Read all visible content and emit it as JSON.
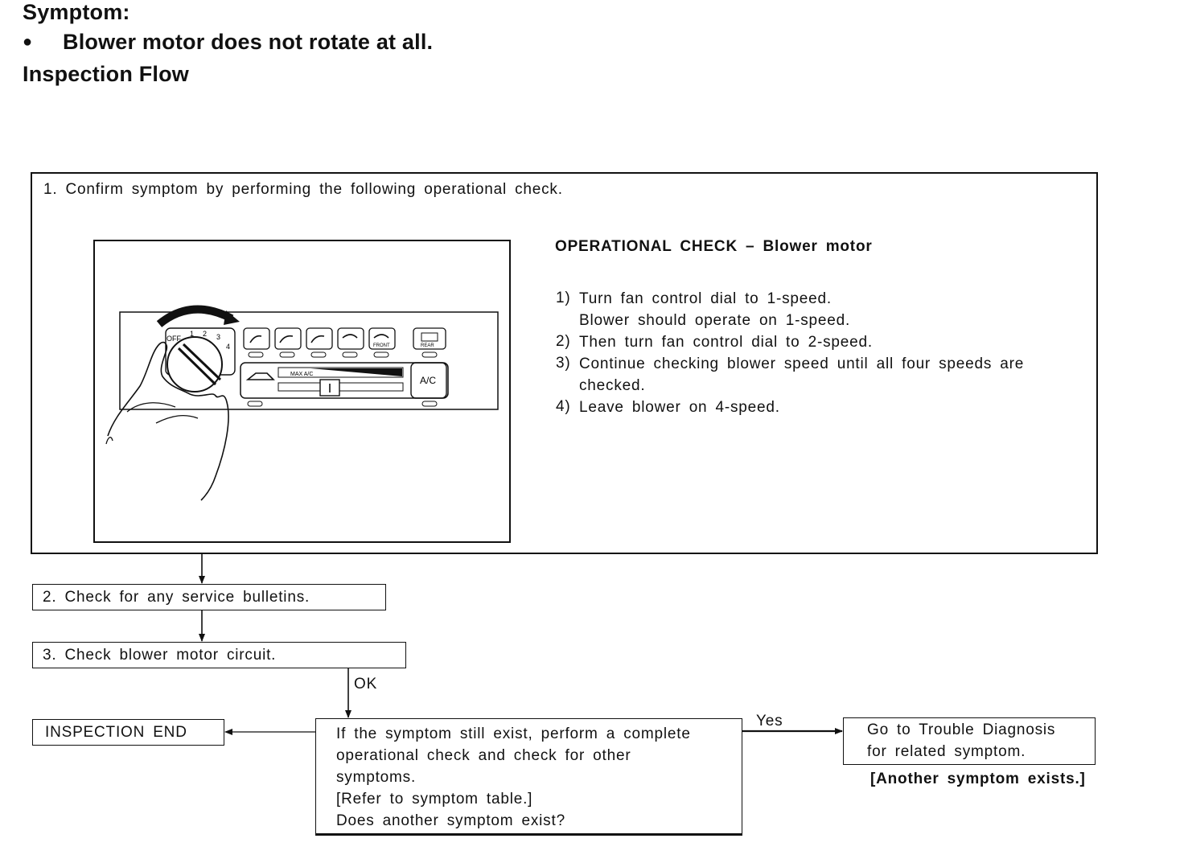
{
  "header": {
    "symptom_label": "Symptom:",
    "bullet": "●",
    "symptom_text": "Blower motor does not rotate at all.",
    "flow_label": "Inspection Flow"
  },
  "step1": {
    "text": "1. Confirm symptom by performing the following operational check.",
    "check_title": "OPERATIONAL CHECK – Blower motor",
    "steps": [
      {
        "num": "1)",
        "line1": "Turn fan control dial to 1-speed.",
        "line2": "Blower should operate on 1-speed."
      },
      {
        "num": "2)",
        "line1": "Then turn fan control dial to 2-speed.",
        "line2": ""
      },
      {
        "num": "3)",
        "line1": "Continue checking blower speed until all four speeds are",
        "line2": "checked."
      },
      {
        "num": "4)",
        "line1": "Leave blower on 4-speed.",
        "line2": ""
      }
    ],
    "panel_labels": {
      "off": "OFF",
      "s1": "1",
      "s2": "2",
      "s3": "3",
      "s4": "4",
      "max_ac": "MAX A/C",
      "ac": "A/C",
      "front": "FRONT",
      "rear": "REAR"
    }
  },
  "step2": {
    "text": "2. Check for any service bulletins."
  },
  "step3": {
    "text": "3. Check blower motor circuit."
  },
  "ok_label": "OK",
  "yes_label": "Yes",
  "end_box": {
    "text": "INSPECTION END"
  },
  "question_box": {
    "lines": [
      "If the symptom still exist, perform a complete",
      "operational check and check for other",
      "symptoms.",
      "[Refer to symptom table.]",
      "Does another symptom exist?"
    ]
  },
  "diag_box": {
    "lines": [
      "Go to Trouble Diagnosis",
      "for related symptom."
    ],
    "note": "[Another symptom exists.]"
  }
}
